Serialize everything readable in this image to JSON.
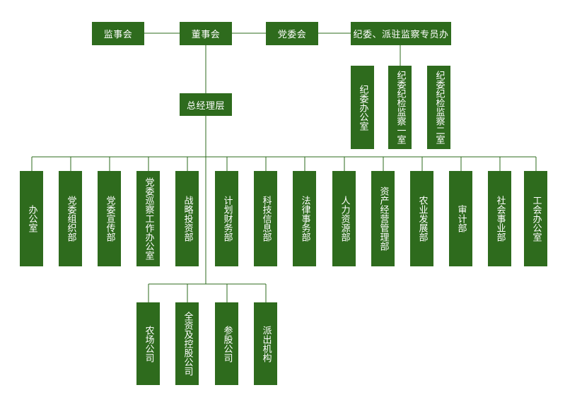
{
  "top_row": {
    "supervisory_board": "监事会",
    "board_of_directors": "董事会",
    "party_committee": "党委会",
    "discipline_office": "纪委、派驻监察专员办"
  },
  "discipline_units": [
    "纪委办公室",
    "纪委纪检监察一室",
    "纪委纪检监察二室"
  ],
  "management": "总经理层",
  "departments": [
    "办公室",
    "党委组织部",
    "党委宣传部",
    "党委巡察工作办公室",
    "战略投资部",
    "计划财务部",
    "科技信息部",
    "法律事务部",
    "人力资源部",
    "资产经营管理部",
    "农业发展部",
    "审计部",
    "社会事业部",
    "工会办公室"
  ],
  "subsidiaries": [
    "农场公司",
    "全资及控股公司",
    "参股公司",
    "派出机构"
  ],
  "colors": {
    "box": "#2e6b1d",
    "line": "#2e6b1d",
    "text": "#ffffff"
  }
}
